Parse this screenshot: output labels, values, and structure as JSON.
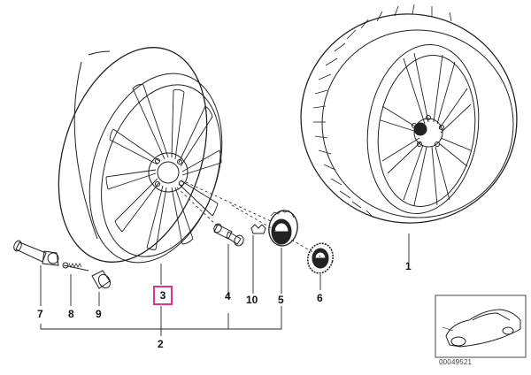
{
  "callouts": {
    "c1": "1",
    "c2": "2",
    "c3": "3",
    "c4": "4",
    "c5": "5",
    "c6": "6",
    "c7": "7",
    "c8": "8",
    "c9": "9",
    "c10": "10"
  },
  "image_code": "00049521",
  "highlight_color": "#e0338f"
}
